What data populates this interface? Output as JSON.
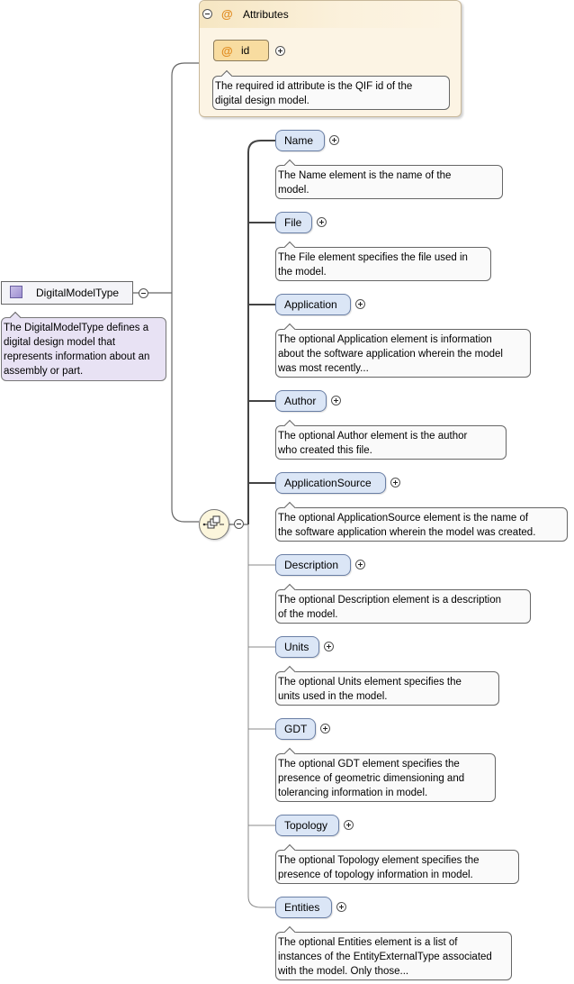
{
  "attributes_group": {
    "title": "Attributes",
    "attribute": {
      "name": "id",
      "note_lines": [
        "The required id attribute is the QIF id of the",
        "digital design model."
      ]
    }
  },
  "root": {
    "name": "DigitalModelType",
    "note_lines": [
      "The DigitalModelType defines a",
      "digital design model that",
      "represents information about an",
      "assembly or part."
    ]
  },
  "elements": [
    {
      "name": "Name",
      "note_lines": [
        "The Name element is the name of the",
        "model."
      ]
    },
    {
      "name": "File",
      "note_lines": [
        "The File element specifies the file used in",
        "the model."
      ]
    },
    {
      "name": "Application",
      "note_lines": [
        "The optional Application element is information",
        "about the software application wherein the model",
        "was most recently..."
      ]
    },
    {
      "name": "Author",
      "note_lines": [
        "The optional Author element is the author",
        "who created this file."
      ]
    },
    {
      "name": "ApplicationSource",
      "note_lines": [
        "The optional ApplicationSource element is the name of",
        "the software application wherein the model was created."
      ]
    },
    {
      "name": "Description",
      "note_lines": [
        "The optional Description element is a description",
        "of the model."
      ]
    },
    {
      "name": "Units",
      "note_lines": [
        "The optional Units element specifies the",
        "units used in the model."
      ]
    },
    {
      "name": "GDT",
      "note_lines": [
        "The optional GDT element specifies the",
        "presence of geometric dimensioning and",
        "tolerancing information in model."
      ]
    },
    {
      "name": "Topology",
      "note_lines": [
        "The optional Topology element specifies the",
        "presence of topology information in model."
      ]
    },
    {
      "name": "Entities",
      "note_lines": [
        "The optional Entities element is a list of",
        "instances of the EntityExternalType associated",
        "with the model. Only those..."
      ]
    }
  ],
  "icons": {
    "attribute": "at-sign-icon",
    "collapse": "minus-circle-icon",
    "expand": "plus-circle-icon",
    "sequence": "sequence-compositor-icon",
    "root_type": "complex-type-icon"
  },
  "colors": {
    "element_fill": "#dbe6f6",
    "attribute_fill": "#f8dca0",
    "attributes_group_fill": "#fcf4e4",
    "root_note_fill": "#e8e2f4",
    "at_sign": "#e08a1e"
  }
}
